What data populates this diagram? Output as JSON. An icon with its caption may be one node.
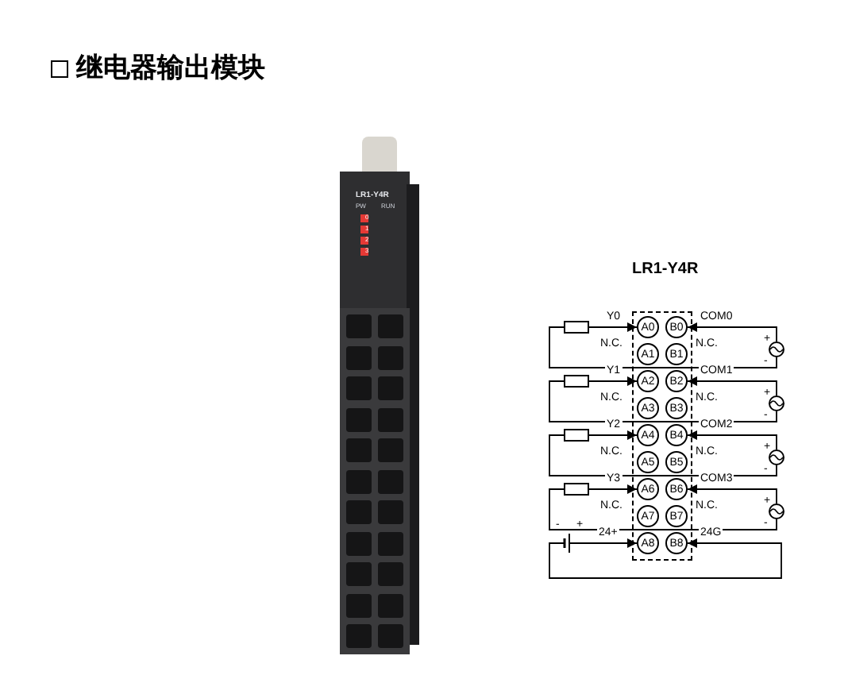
{
  "diagram": {
    "title": "继电器输出模块",
    "nodes": [
      {
        "text": [
          "A0"
        ]
      },
      {
        "text": [
          "B0"
        ]
      },
      {
        "text": [
          "A1"
        ]
      },
      {
        "text": [
          "B1"
        ]
      },
      {
        "text": [
          "A2"
        ]
      },
      {
        "text": [
          "B2"
        ]
      },
      {
        "text": [
          "A3"
        ]
      },
      {
        "text": [
          "B3"
        ]
      },
      {
        "text": [
          "A4"
        ]
      },
      {
        "text": [
          "B4"
        ]
      },
      {
        "text": [
          "A5"
        ]
      },
      {
        "text": [
          "B5"
        ]
      },
      {
        "text": [
          "A6"
        ]
      },
      {
        "text": [
          "B6"
        ]
      },
      {
        "text": [
          "A7"
        ]
      },
      {
        "text": [
          "B7"
        ]
      },
      {
        "text": [
          "A8"
        ]
      },
      {
        "text": [
          "B8"
        ]
      },
      {
        "text": [],
        "shape": "box"
      },
      {
        "text": [],
        "shape": "box"
      },
      {
        "text": [],
        "shape": "box"
      },
      {
        "text": [],
        "shape": "box"
      },
      {
        "text": [],
        "shape": "circle"
      },
      {
        "text": [],
        "shape": "circle"
      },
      {
        "text": [],
        "shape": "circle"
      },
      {
        "text": [],
        "shape": "circle"
      },
      {
        "text": [],
        "shape": "battery"
      }
    ],
    "edges": [
      {
        "from": 18,
        "to": 0,
        "arrow": "to",
        "label": "Y0"
      },
      {
        "from": 22,
        "to": 1,
        "arrow": "to",
        "label": "COM0"
      },
      {
        "from": 18,
        "to": 22,
        "arrow": "none"
      },
      {
        "from": 19,
        "to": 4,
        "arrow": "to",
        "label": "Y1"
      },
      {
        "from": 23,
        "to": 5,
        "arrow": "to",
        "label": "COM1"
      },
      {
        "from": 19,
        "to": 23,
        "arrow": "none"
      },
      {
        "from": 20,
        "to": 8,
        "arrow": "to",
        "label": "Y2"
      },
      {
        "from": 24,
        "to": 9,
        "arrow": "to",
        "label": "COM2"
      },
      {
        "from": 20,
        "to": 24,
        "arrow": "none"
      },
      {
        "from": 21,
        "to": 12,
        "arrow": "to",
        "label": "Y3"
      },
      {
        "from": 25,
        "to": 13,
        "arrow": "to",
        "label": "COM3"
      },
      {
        "from": 21,
        "to": 25,
        "arrow": "none"
      },
      {
        "from": 26,
        "to": 16,
        "arrow": "to",
        "label": "24+"
      },
      {
        "from": 26,
        "to": 17,
        "arrow": "to",
        "label": "24G"
      }
    ],
    "labels": [
      "LR1-Y4R",
      "PW",
      "RUN",
      "0",
      "1",
      "2",
      "3",
      "LR1-Y4R",
      "N.C.",
      "N.C.",
      "+",
      "-",
      "N.C.",
      "N.C.",
      "+",
      "-",
      "N.C.",
      "N.C.",
      "+",
      "-",
      "N.C.",
      "N.C.",
      "+",
      "-",
      "-",
      "+"
    ]
  }
}
